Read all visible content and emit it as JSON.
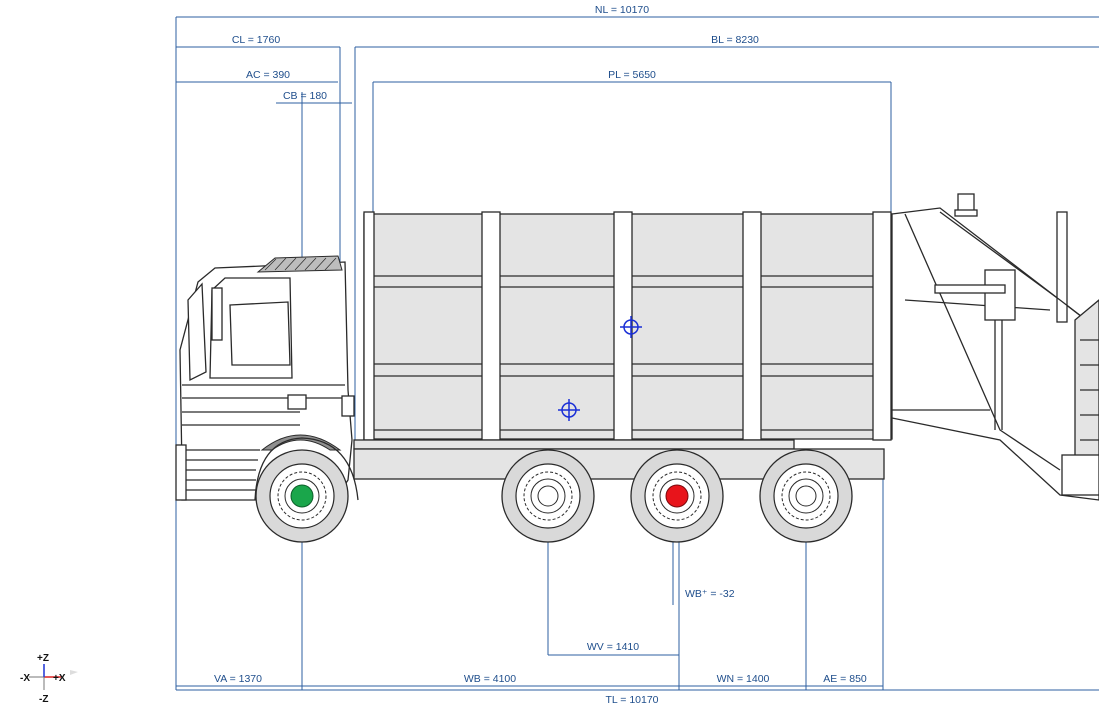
{
  "dimensions": {
    "nl": "NL = 10170",
    "cl": "CL = 1760",
    "bl": "BL = 8230",
    "ac": "AC = 390",
    "cb": "CB = 180",
    "pl": "PL = 5650",
    "wb_offset": "WB⁺ = -32",
    "wv": "WV = 1410",
    "va": "VA = 1370",
    "wb": "WB = 4100",
    "wn": "WN = 1400",
    "ae": "AE = 850",
    "tl": "TL = 10170"
  },
  "axis_legend": {
    "plus_z": "+Z",
    "minus_z": "-Z",
    "minus_x": "-X",
    "plus_x": "+X"
  },
  "markers": {
    "front_axle_color": "#1aa64b",
    "drive_axle_color": "#e8141b",
    "cog_marker_color": "#1a2fd6"
  },
  "colors": {
    "dimension_line": "#2d5fa0",
    "body_fill": "#e4e4e4",
    "outline": "#2a2a2a"
  }
}
